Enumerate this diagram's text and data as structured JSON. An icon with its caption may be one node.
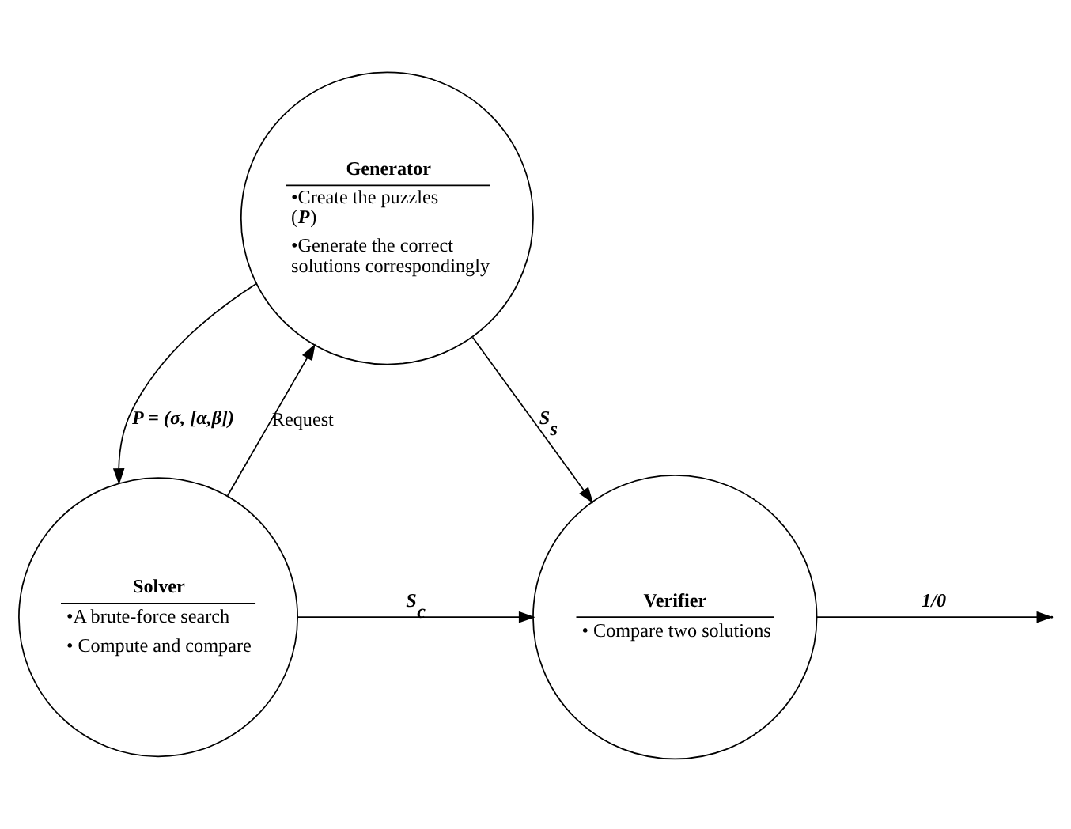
{
  "diagram": {
    "nodes": [
      {
        "text": [
          "Generator",
          "•Create the puzzles (**P**)",
          "•Generate the correct solutions correspondingly"
        ]
      },
      {
        "text": [
          "Solver",
          "•A brute-force search",
          "• Compute and compare"
        ]
      },
      {
        "text": [
          "Verifier",
          "• Compare two solutions"
        ]
      }
    ],
    "edges": [
      {
        "from": 1,
        "to": 0,
        "arrow": "to",
        "label": "Request"
      },
      {
        "from": 0,
        "to": 1,
        "arrow": "to",
        "label": "**P = (σ, [α,β])**"
      },
      {
        "from": 0,
        "to": 2,
        "arrow": "to",
        "label": "**S$_{s}$**"
      },
      {
        "from": 1,
        "to": 2,
        "arrow": "to",
        "label": "**S$_{c}$**"
      },
      {
        "from": 2,
        "to": null,
        "arrow": "to",
        "label": "**1/0**"
      }
    ]
  }
}
